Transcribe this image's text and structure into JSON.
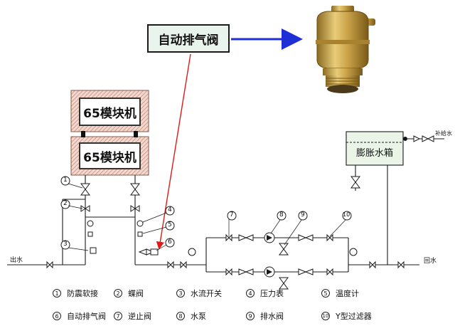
{
  "callout": {
    "label": "自动排气阀"
  },
  "modules": [
    {
      "label": "65模块机"
    },
    {
      "label": "65模块机"
    }
  ],
  "tank": {
    "label": "膨胀水箱"
  },
  "line_labels": {
    "supply_out": "出水",
    "return_in": "回水",
    "makeup_water": "补给水"
  },
  "callout_numbers": [
    "1",
    "2",
    "3",
    "4",
    "5",
    "6",
    "7",
    "8",
    "9",
    "10"
  ],
  "legend": [
    {
      "num": "1",
      "text": "防震软接"
    },
    {
      "num": "2",
      "text": "蝶阀"
    },
    {
      "num": "3",
      "text": "水流开关"
    },
    {
      "num": "4",
      "text": "压力表"
    },
    {
      "num": "5",
      "text": "温度计"
    },
    {
      "num": "6",
      "text": "自动排气阀"
    },
    {
      "num": "7",
      "text": "逆止阀"
    },
    {
      "num": "8",
      "text": "水泵"
    },
    {
      "num": "9",
      "text": "排水阀"
    },
    {
      "num": "10",
      "text": "Y型过滤器"
    }
  ],
  "colors": {
    "pipe": "#1a1a1a",
    "arrow_blue": "#1f2fd6",
    "arrow_red": "#e01a1a",
    "hatch": "#c98a7a",
    "brass": "#c9a248",
    "callout_bg": "#e9f4ec"
  }
}
